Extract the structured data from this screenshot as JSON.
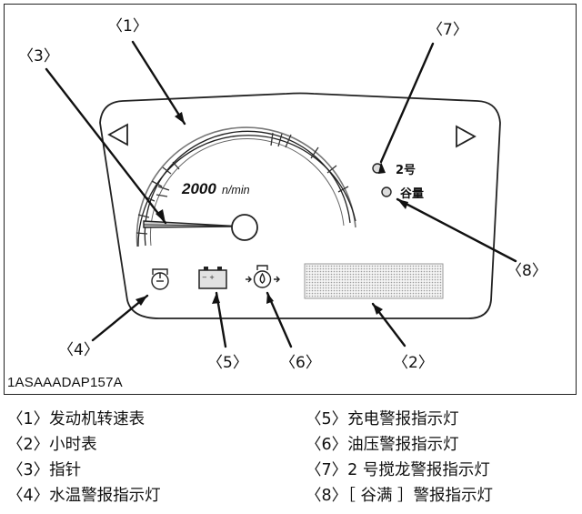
{
  "figure": {
    "reference_code": "1ASAAADAP157A",
    "callouts": [
      "〈1〉",
      "〈2〉",
      "〈3〉",
      "〈4〉",
      "〈5〉",
      "〈6〉",
      "〈7〉",
      "〈8〉"
    ],
    "rpm_label": "2000",
    "rpm_unit": "n/min",
    "lamp_7_label": "2号",
    "lamp_8_label": "谷量",
    "battery_symbols": "−  +"
  },
  "legend": {
    "items": [
      {
        "num": "〈1〉",
        "text": "发动机转速表"
      },
      {
        "num": "〈2〉",
        "text": "小时表"
      },
      {
        "num": "〈3〉",
        "text": "指针"
      },
      {
        "num": "〈4〉",
        "text": "水温警报指示灯"
      },
      {
        "num": "〈5〉",
        "text": "充电警报指示灯"
      },
      {
        "num": "〈6〉",
        "text": "油压警报指示灯"
      },
      {
        "num": "〈7〉",
        "text": "2 号搅龙警报指示灯"
      },
      {
        "num": "〈8〉",
        "text": "［ 谷满 ］警报指示灯"
      }
    ]
  }
}
